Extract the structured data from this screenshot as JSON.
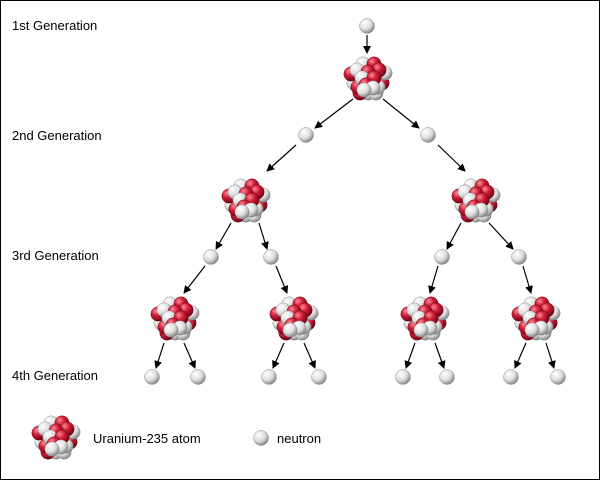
{
  "generations": [
    {
      "label": "1st Generation"
    },
    {
      "label": "2nd Generation"
    },
    {
      "label": "3rd Generation"
    },
    {
      "label": "4th Generation"
    }
  ],
  "legend": {
    "atom_label": "Uranium-235 atom",
    "neutron_label": "neutron"
  },
  "colors": {
    "proton": "#c8102e",
    "neutron": "#e2e2e2",
    "arrow": "#000000",
    "border": "#000000"
  },
  "icons": {
    "atom": "uranium-235-atom-icon",
    "neutron": "neutron-icon",
    "arrow": "arrow-icon"
  }
}
